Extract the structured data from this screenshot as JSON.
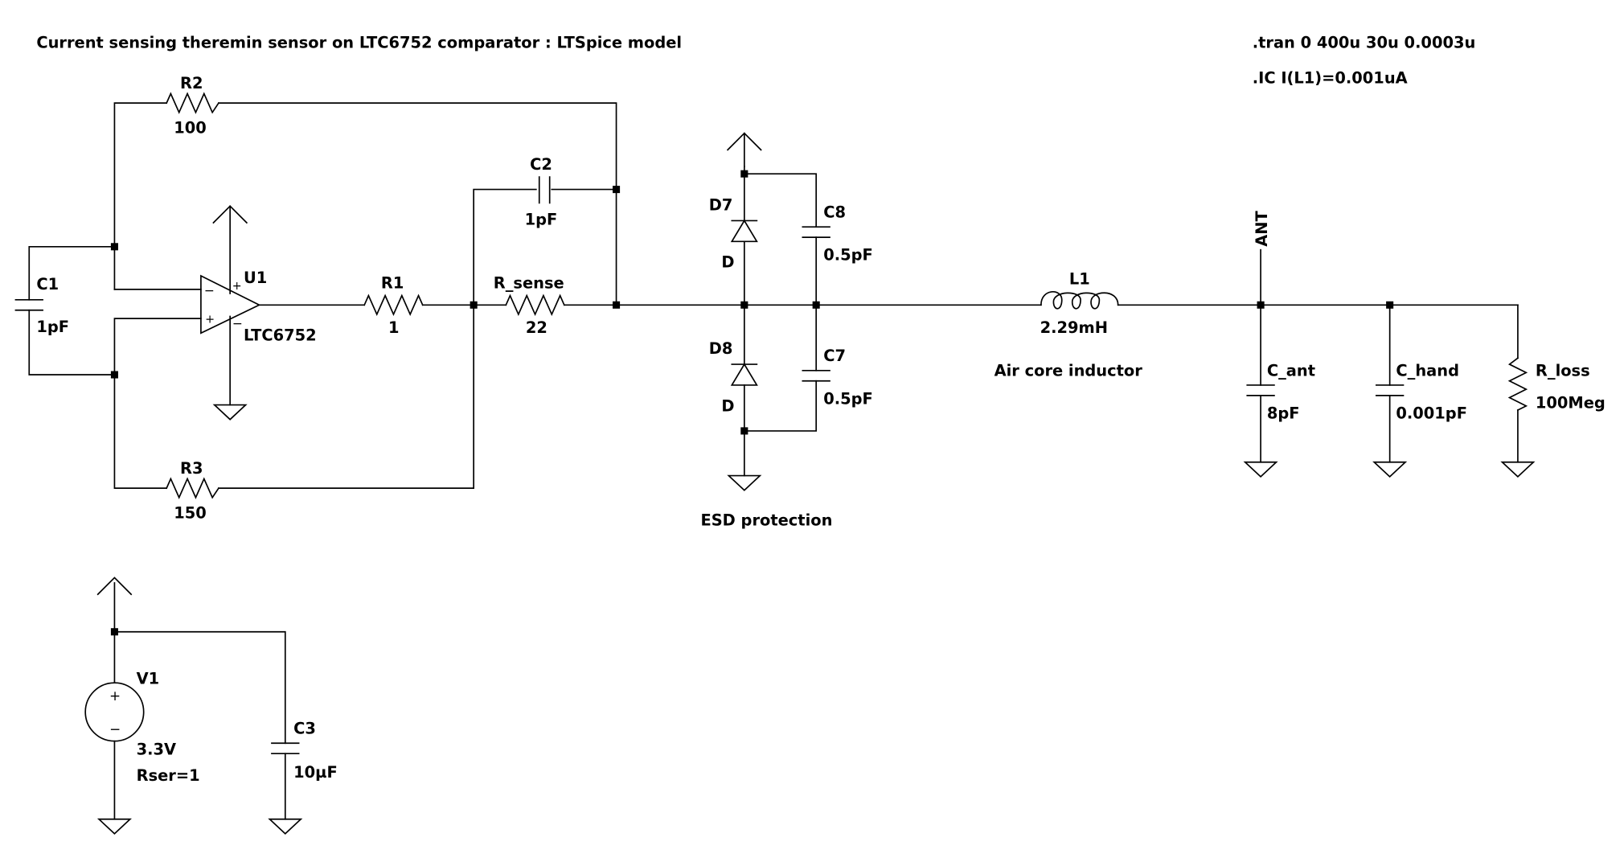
{
  "title": "Current sensing theremin sensor on LTC6752 comparator : LTSpice model",
  "directives": [
    ".tran 0 400u 30u 0.0003u",
    ".IC I(L1)=0.001uA"
  ],
  "components": {
    "r2": {
      "name": "R2",
      "value": "100"
    },
    "r3": {
      "name": "R3",
      "value": "150"
    },
    "r1": {
      "name": "R1",
      "value": "1"
    },
    "r_sense": {
      "name": "R_sense",
      "value": "22"
    },
    "c1": {
      "name": "C1",
      "value": "1pF"
    },
    "c2": {
      "name": "C2",
      "value": "1pF"
    },
    "u1": {
      "name": "U1",
      "value": "LTC6752"
    },
    "d7": {
      "name": "D7",
      "value": "D"
    },
    "d8": {
      "name": "D8",
      "value": "D"
    },
    "c8": {
      "name": "C8",
      "value": "0.5pF"
    },
    "c7": {
      "name": "C7",
      "value": "0.5pF"
    },
    "l1": {
      "name": "L1",
      "value": "2.29mH"
    },
    "c_ant": {
      "name": "C_ant",
      "value": "8pF"
    },
    "c_hand": {
      "name": "C_hand",
      "value": "0.001pF"
    },
    "r_loss": {
      "name": "R_loss",
      "value": "100Meg"
    },
    "v1": {
      "name": "V1",
      "value": "3.3V",
      "extra": "Rser=1"
    },
    "c3": {
      "name": "C3",
      "value": "10µF"
    }
  },
  "labels": {
    "esd": "ESD protection",
    "air_core": "Air core inductor",
    "ant": "ANT"
  },
  "symbols": {
    "plus": "+",
    "minus": "−"
  }
}
